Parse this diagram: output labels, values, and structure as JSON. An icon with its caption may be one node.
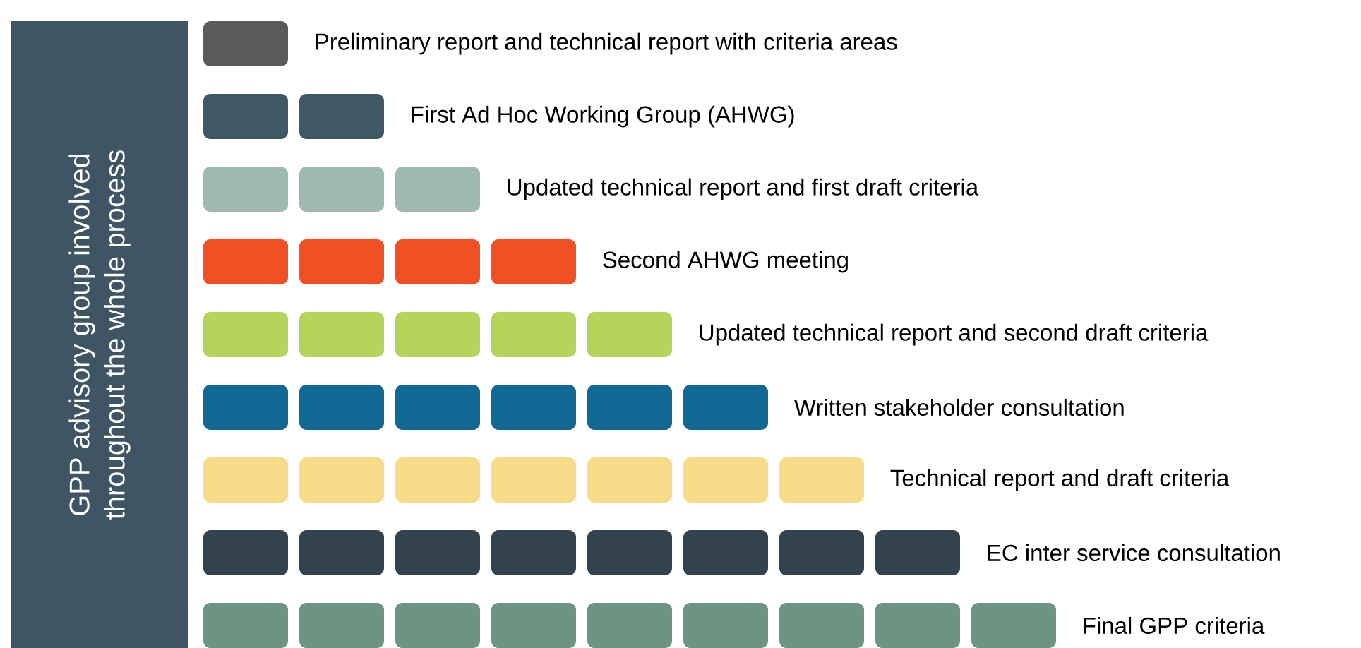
{
  "diagram": {
    "nodes": [
      {
        "text": [
          "GPP advisory group involved throughout the whole process"
        ]
      },
      {
        "text": [],
        "shape": "box",
        "beside": [
          "Preliminary report and technical report with criteria areas"
        ]
      },
      {
        "text": [],
        "shape": "box"
      },
      {
        "text": [],
        "shape": "box",
        "beside": [
          "First Ad Hoc Working Group (AHWG)"
        ]
      },
      {
        "text": [],
        "shape": "box"
      },
      {
        "text": [],
        "shape": "box"
      },
      {
        "text": [],
        "shape": "box",
        "beside": [
          "Updated technical report and first draft criteria"
        ]
      },
      {
        "text": [],
        "shape": "box"
      },
      {
        "text": [],
        "shape": "box"
      },
      {
        "text": [],
        "shape": "box"
      },
      {
        "text": [],
        "shape": "box",
        "beside": [
          "Second AHWG meeting"
        ]
      },
      {
        "text": [],
        "shape": "box"
      },
      {
        "text": [],
        "shape": "box"
      },
      {
        "text": [],
        "shape": "box"
      },
      {
        "text": [],
        "shape": "box"
      },
      {
        "text": [],
        "shape": "box",
        "beside": [
          "Updated technical report and second draft criteria"
        ]
      },
      {
        "text": [],
        "shape": "box"
      },
      {
        "text": [],
        "shape": "box"
      },
      {
        "text": [],
        "shape": "box"
      },
      {
        "text": [],
        "shape": "box"
      },
      {
        "text": [],
        "shape": "box"
      },
      {
        "text": [],
        "shape": "box",
        "beside": [
          "Written stakeholder consultation"
        ]
      },
      {
        "text": [],
        "shape": "box"
      },
      {
        "text": [],
        "shape": "box"
      },
      {
        "text": [],
        "shape": "box"
      },
      {
        "text": [],
        "shape": "box"
      },
      {
        "text": [],
        "shape": "box"
      },
      {
        "text": [],
        "shape": "box"
      },
      {
        "text": [],
        "shape": "box",
        "beside": [
          "Technical report and draft criteria"
        ]
      },
      {
        "text": [],
        "shape": "box"
      },
      {
        "text": [],
        "shape": "box"
      },
      {
        "text": [],
        "shape": "box"
      },
      {
        "text": [],
        "shape": "box"
      },
      {
        "text": [],
        "shape": "box"
      },
      {
        "text": [],
        "shape": "box"
      },
      {
        "text": [],
        "shape": "box"
      },
      {
        "text": [],
        "shape": "box",
        "beside": [
          "EC inter service consultation"
        ]
      },
      {
        "text": [],
        "shape": "box"
      },
      {
        "text": [],
        "shape": "box"
      },
      {
        "text": [],
        "shape": "box"
      },
      {
        "text": [],
        "shape": "box"
      },
      {
        "text": [],
        "shape": "box"
      },
      {
        "text": [],
        "shape": "box"
      },
      {
        "text": [],
        "shape": "box"
      },
      {
        "text": [],
        "shape": "box"
      },
      {
        "text": [],
        "shape": "box",
        "beside": [
          "Final GPP criteria"
        ]
      }
    ]
  }
}
